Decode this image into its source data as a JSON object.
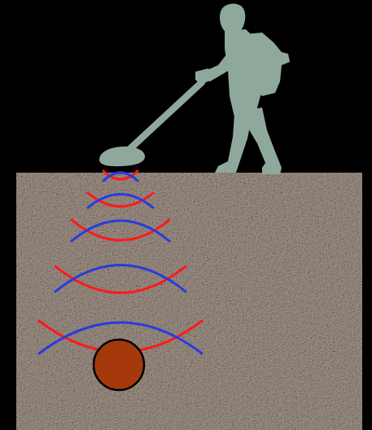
{
  "scene": {
    "background_color": "#000000",
    "ground_color": "#9e9085",
    "operator_color": "#8fa89c",
    "signal_colors": {
      "transmit": "#ff1a1a",
      "receive": "#2a3adf"
    },
    "buried_object_color": "#a5390c",
    "buried_object_outline": "#000000"
  },
  "wave_pairs": [
    {
      "pair": 1
    },
    {
      "pair": 2
    },
    {
      "pair": 3
    },
    {
      "pair": 4
    },
    {
      "pair": 5
    }
  ]
}
